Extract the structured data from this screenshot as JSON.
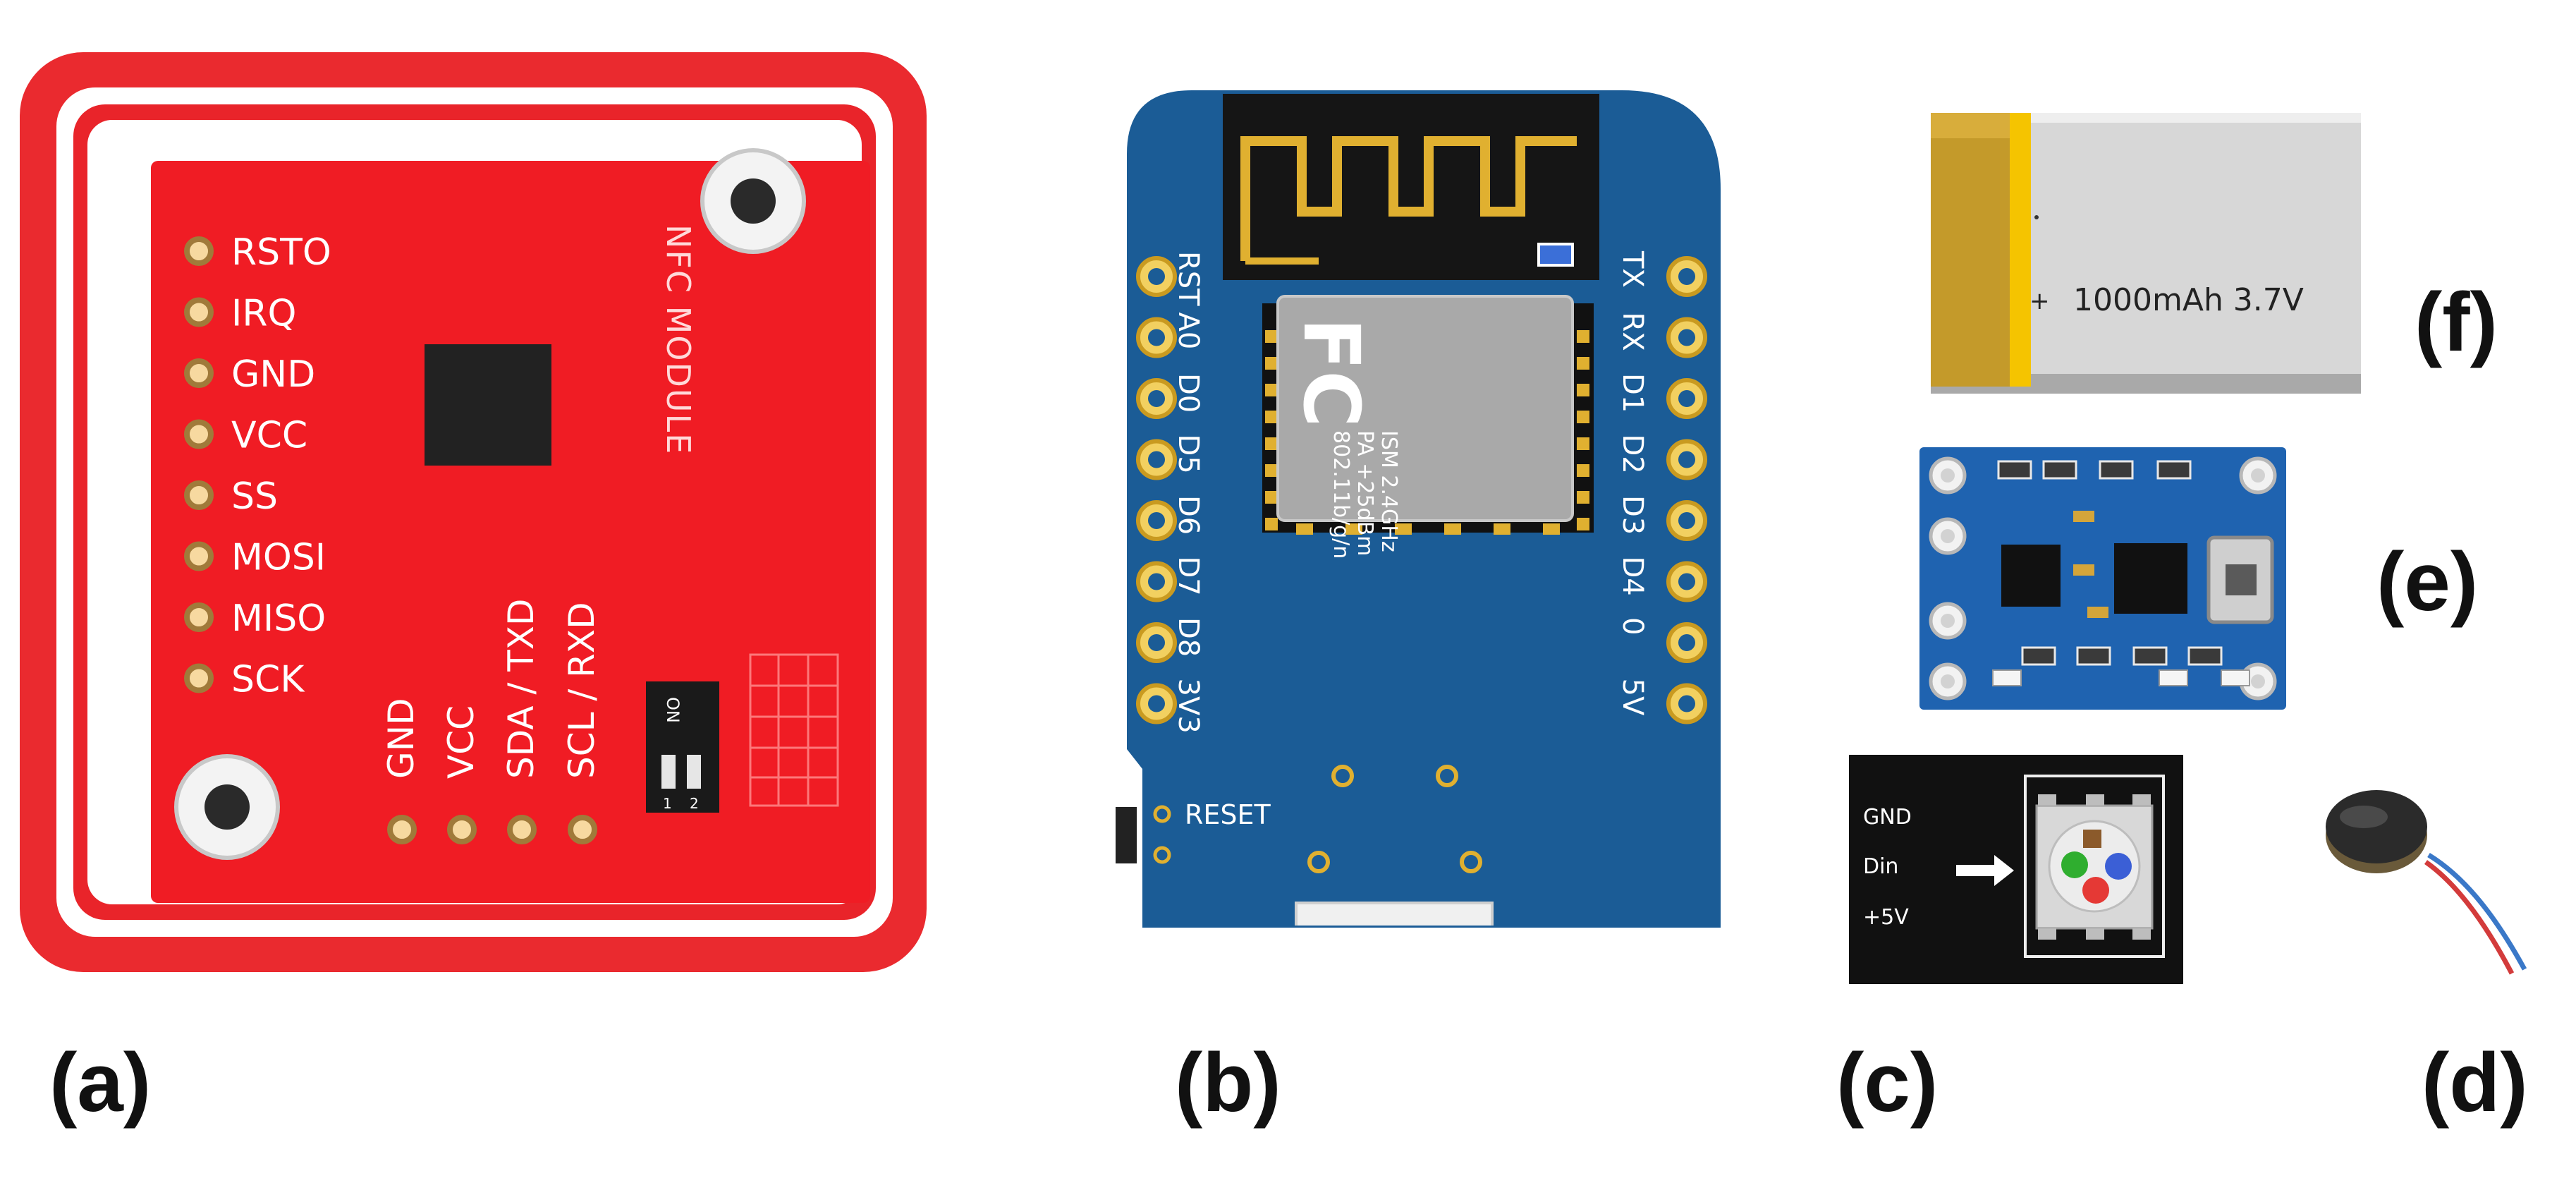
{
  "figure": {
    "captions": {
      "a": "(a)",
      "b": "(b)",
      "c": "(c)",
      "d": "(d)",
      "e": "(e)",
      "f": "(f)"
    }
  },
  "nfc_module": {
    "title": "NFC MODULE",
    "left_pins": [
      "RSTO",
      "IRQ",
      "GND",
      "VCC",
      "SS",
      "MOSI",
      "MISO",
      "SCK"
    ],
    "bottom_pins": [
      "GND",
      "VCC",
      "SDA / TXD",
      "SCL / RXD"
    ],
    "dip_switch_label": "ON",
    "dip_switch_numbers": [
      "1",
      "2"
    ],
    "colors": {
      "board": "#f01c24",
      "frame": "#e8262c",
      "chip": "#222222",
      "pad": "#a07a3a"
    }
  },
  "wemos_board": {
    "left_pins": [
      "RST",
      "A0",
      "D0",
      "D5",
      "D6",
      "D7",
      "D8",
      "3V3"
    ],
    "right_pins": [
      "TX",
      "RX",
      "D1",
      "D2",
      "D3",
      "D4",
      "0",
      "5V"
    ],
    "reset_label": "RESET",
    "shield_logo": "FC",
    "shield_text": [
      "ISM 2.4GHz",
      "PA +25dBm",
      "802.11b/g/n"
    ],
    "colors": {
      "board": "#1b5c96",
      "antenna_bg": "#151515",
      "shield": "#a9a9a9",
      "gold": "#e0b030"
    }
  },
  "rgb_led": {
    "labels": [
      "GND",
      "Din",
      "+5V"
    ],
    "colors": {
      "board": "#111111",
      "red": "#e53935",
      "green": "#2fae2f",
      "blue": "#3b5fd6"
    }
  },
  "battery": {
    "label": "1000mAh 3.7V",
    "colors": {
      "body": "#d7d7d7",
      "tab": "#c49a2a",
      "tab_bright": "#f5c400"
    }
  },
  "vibration_motor": {
    "colors": {
      "disc": "#2b2b2b",
      "wire_red": "#d33b3b",
      "wire_blue": "#3a78c8"
    }
  }
}
